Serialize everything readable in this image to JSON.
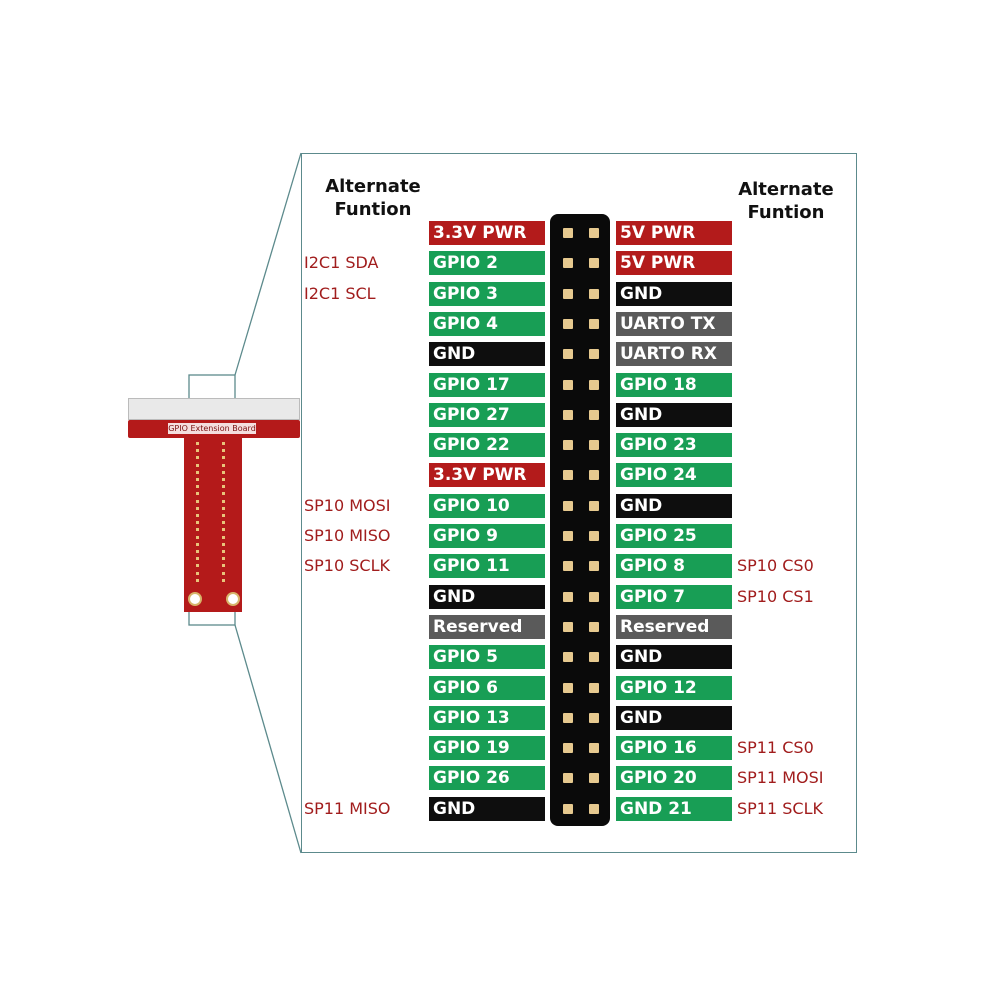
{
  "headings": {
    "left": "Alternate\nFuntion",
    "right": "Alternate\nFuntion"
  },
  "board": {
    "caption": "GPIO Extension Board"
  },
  "colors": {
    "power_red": "#b31b1b",
    "gpio_green": "#189e55",
    "ground_black": "#0e0e0e",
    "special_gray": "#5a5a5a",
    "alt_text_red": "#a11d1d",
    "pin_gold": "#e6c98f"
  },
  "pins": {
    "left": [
      {
        "label": "3.3V PWR",
        "type": "power",
        "alt": ""
      },
      {
        "label": "GPIO 2",
        "type": "gpio",
        "alt": "I2C1 SDA"
      },
      {
        "label": "GPIO 3",
        "type": "gpio",
        "alt": "I2C1 SCL"
      },
      {
        "label": "GPIO 4",
        "type": "gpio",
        "alt": ""
      },
      {
        "label": "GND",
        "type": "ground",
        "alt": ""
      },
      {
        "label": "GPIO 17",
        "type": "gpio",
        "alt": ""
      },
      {
        "label": "GPIO 27",
        "type": "gpio",
        "alt": ""
      },
      {
        "label": "GPIO 22",
        "type": "gpio",
        "alt": ""
      },
      {
        "label": "3.3V PWR",
        "type": "power",
        "alt": ""
      },
      {
        "label": "GPIO 10",
        "type": "gpio",
        "alt": "SP10 MOSI"
      },
      {
        "label": "GPIO 9",
        "type": "gpio",
        "alt": "SP10 MISO"
      },
      {
        "label": "GPIO 11",
        "type": "gpio",
        "alt": "SP10 SCLK"
      },
      {
        "label": "GND",
        "type": "ground",
        "alt": ""
      },
      {
        "label": "Reserved",
        "type": "special",
        "alt": ""
      },
      {
        "label": "GPIO 5",
        "type": "gpio",
        "alt": ""
      },
      {
        "label": "GPIO 6",
        "type": "gpio",
        "alt": ""
      },
      {
        "label": "GPIO 13",
        "type": "gpio",
        "alt": ""
      },
      {
        "label": "GPIO 19",
        "type": "gpio",
        "alt": ""
      },
      {
        "label": "GPIO 26",
        "type": "gpio",
        "alt": ""
      },
      {
        "label": "GND",
        "type": "ground",
        "alt": "SP11 MISO"
      }
    ],
    "right": [
      {
        "label": "5V PWR",
        "type": "power",
        "alt": ""
      },
      {
        "label": "5V PWR",
        "type": "power",
        "alt": ""
      },
      {
        "label": "GND",
        "type": "ground",
        "alt": ""
      },
      {
        "label": "UARTO TX",
        "type": "special",
        "alt": ""
      },
      {
        "label": "UARTO RX",
        "type": "special",
        "alt": ""
      },
      {
        "label": "GPIO 18",
        "type": "gpio",
        "alt": ""
      },
      {
        "label": "GND",
        "type": "ground",
        "alt": ""
      },
      {
        "label": "GPIO 23",
        "type": "gpio",
        "alt": ""
      },
      {
        "label": "GPIO 24",
        "type": "gpio",
        "alt": ""
      },
      {
        "label": "GND",
        "type": "ground",
        "alt": ""
      },
      {
        "label": "GPIO 25",
        "type": "gpio",
        "alt": ""
      },
      {
        "label": "GPIO 8",
        "type": "gpio",
        "alt": "SP10 CS0"
      },
      {
        "label": "GPIO 7",
        "type": "gpio",
        "alt": "SP10 CS1"
      },
      {
        "label": "Reserved",
        "type": "special",
        "alt": ""
      },
      {
        "label": "GND",
        "type": "ground",
        "alt": ""
      },
      {
        "label": "GPIO 12",
        "type": "gpio",
        "alt": ""
      },
      {
        "label": "GND",
        "type": "ground",
        "alt": ""
      },
      {
        "label": "GPIO 16",
        "type": "gpio",
        "alt": "SP11 CS0"
      },
      {
        "label": "GPIO 20",
        "type": "gpio",
        "alt": "SP11 MOSI"
      },
      {
        "label": "GND 21",
        "type": "gpio",
        "alt": "SP11 SCLK"
      }
    ]
  }
}
